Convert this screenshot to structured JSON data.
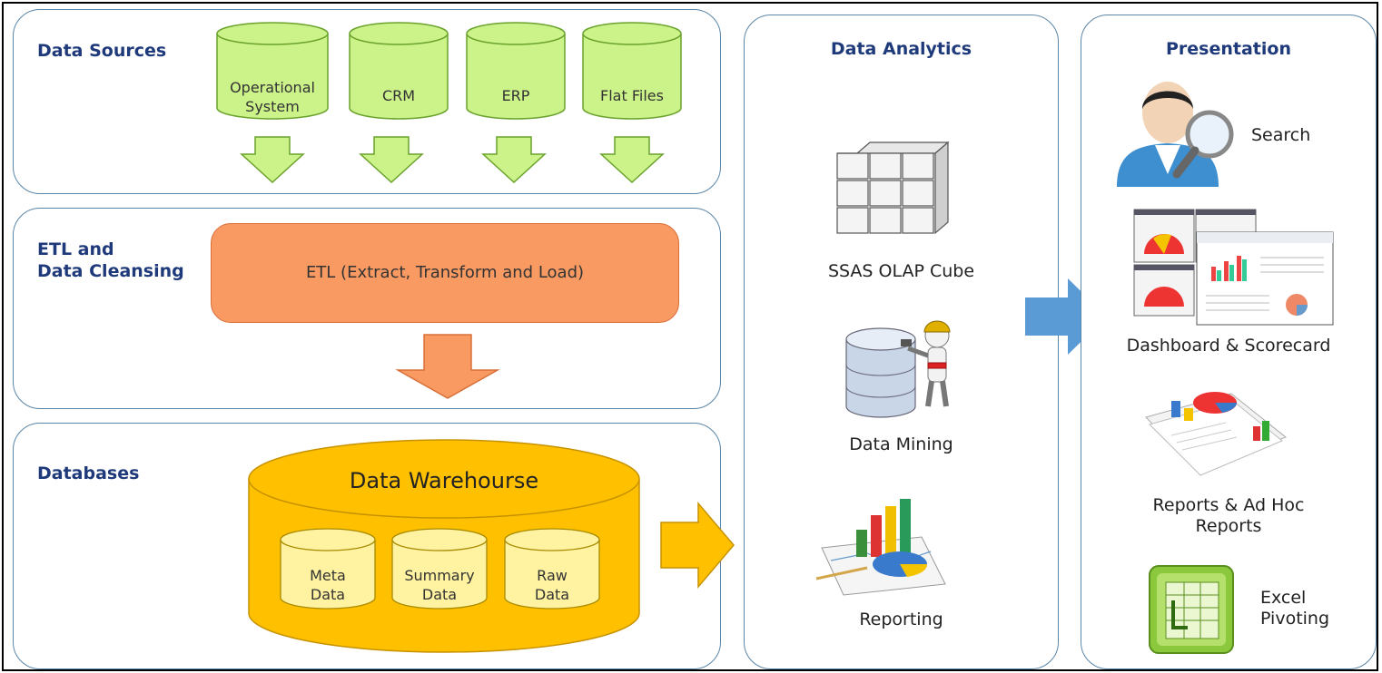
{
  "sections": {
    "data_sources": {
      "title": "Data Sources"
    },
    "etl": {
      "title_line1": "ETL and",
      "title_line2": "Data Cleansing",
      "box_label": "ETL (Extract, Transform and Load)"
    },
    "databases": {
      "title": "Databases",
      "warehouse_label": "Data Warehourse"
    },
    "analytics": {
      "title": "Data Analytics"
    },
    "presentation": {
      "title": "Presentation"
    }
  },
  "sources": [
    {
      "line1": "Operational",
      "line2": "System"
    },
    {
      "line1": "CRM",
      "line2": ""
    },
    {
      "line1": "ERP",
      "line2": ""
    },
    {
      "line1": "Flat Files",
      "line2": ""
    }
  ],
  "stores": [
    {
      "line1": "Meta",
      "line2": "Data"
    },
    {
      "line1": "Summary",
      "line2": "Data"
    },
    {
      "line1": "Raw",
      "line2": "Data"
    }
  ],
  "analytics_items": [
    {
      "label": "SSAS OLAP Cube",
      "icon": "olap-cube-icon"
    },
    {
      "label": "Data Mining",
      "icon": "data-mining-icon"
    },
    {
      "label": "Reporting",
      "icon": "reporting-icon"
    }
  ],
  "presentation_items": [
    {
      "label": "Search",
      "icon": "search-user-icon"
    },
    {
      "label": "Dashboard & Scorecard",
      "icon": "dashboard-icon"
    },
    {
      "label_line1": "Reports & Ad Hoc",
      "label_line2": "Reports",
      "icon": "reports-icon"
    },
    {
      "label_line1": "Excel",
      "label_line2": "Pivoting",
      "icon": "excel-icon"
    }
  ],
  "colors": {
    "panel_border": "#5b86a8",
    "title": "#1f3a7a",
    "green_fill": "#ccf28a",
    "green_stroke": "#6aa22c",
    "etl_fill": "#f89a62",
    "etl_stroke": "#d9703a",
    "warehouse_fill": "#ffc000",
    "warehouse_stroke": "#c79200",
    "store_fill": "#fff2a0",
    "flow_arrow": "#5b9bd5"
  }
}
